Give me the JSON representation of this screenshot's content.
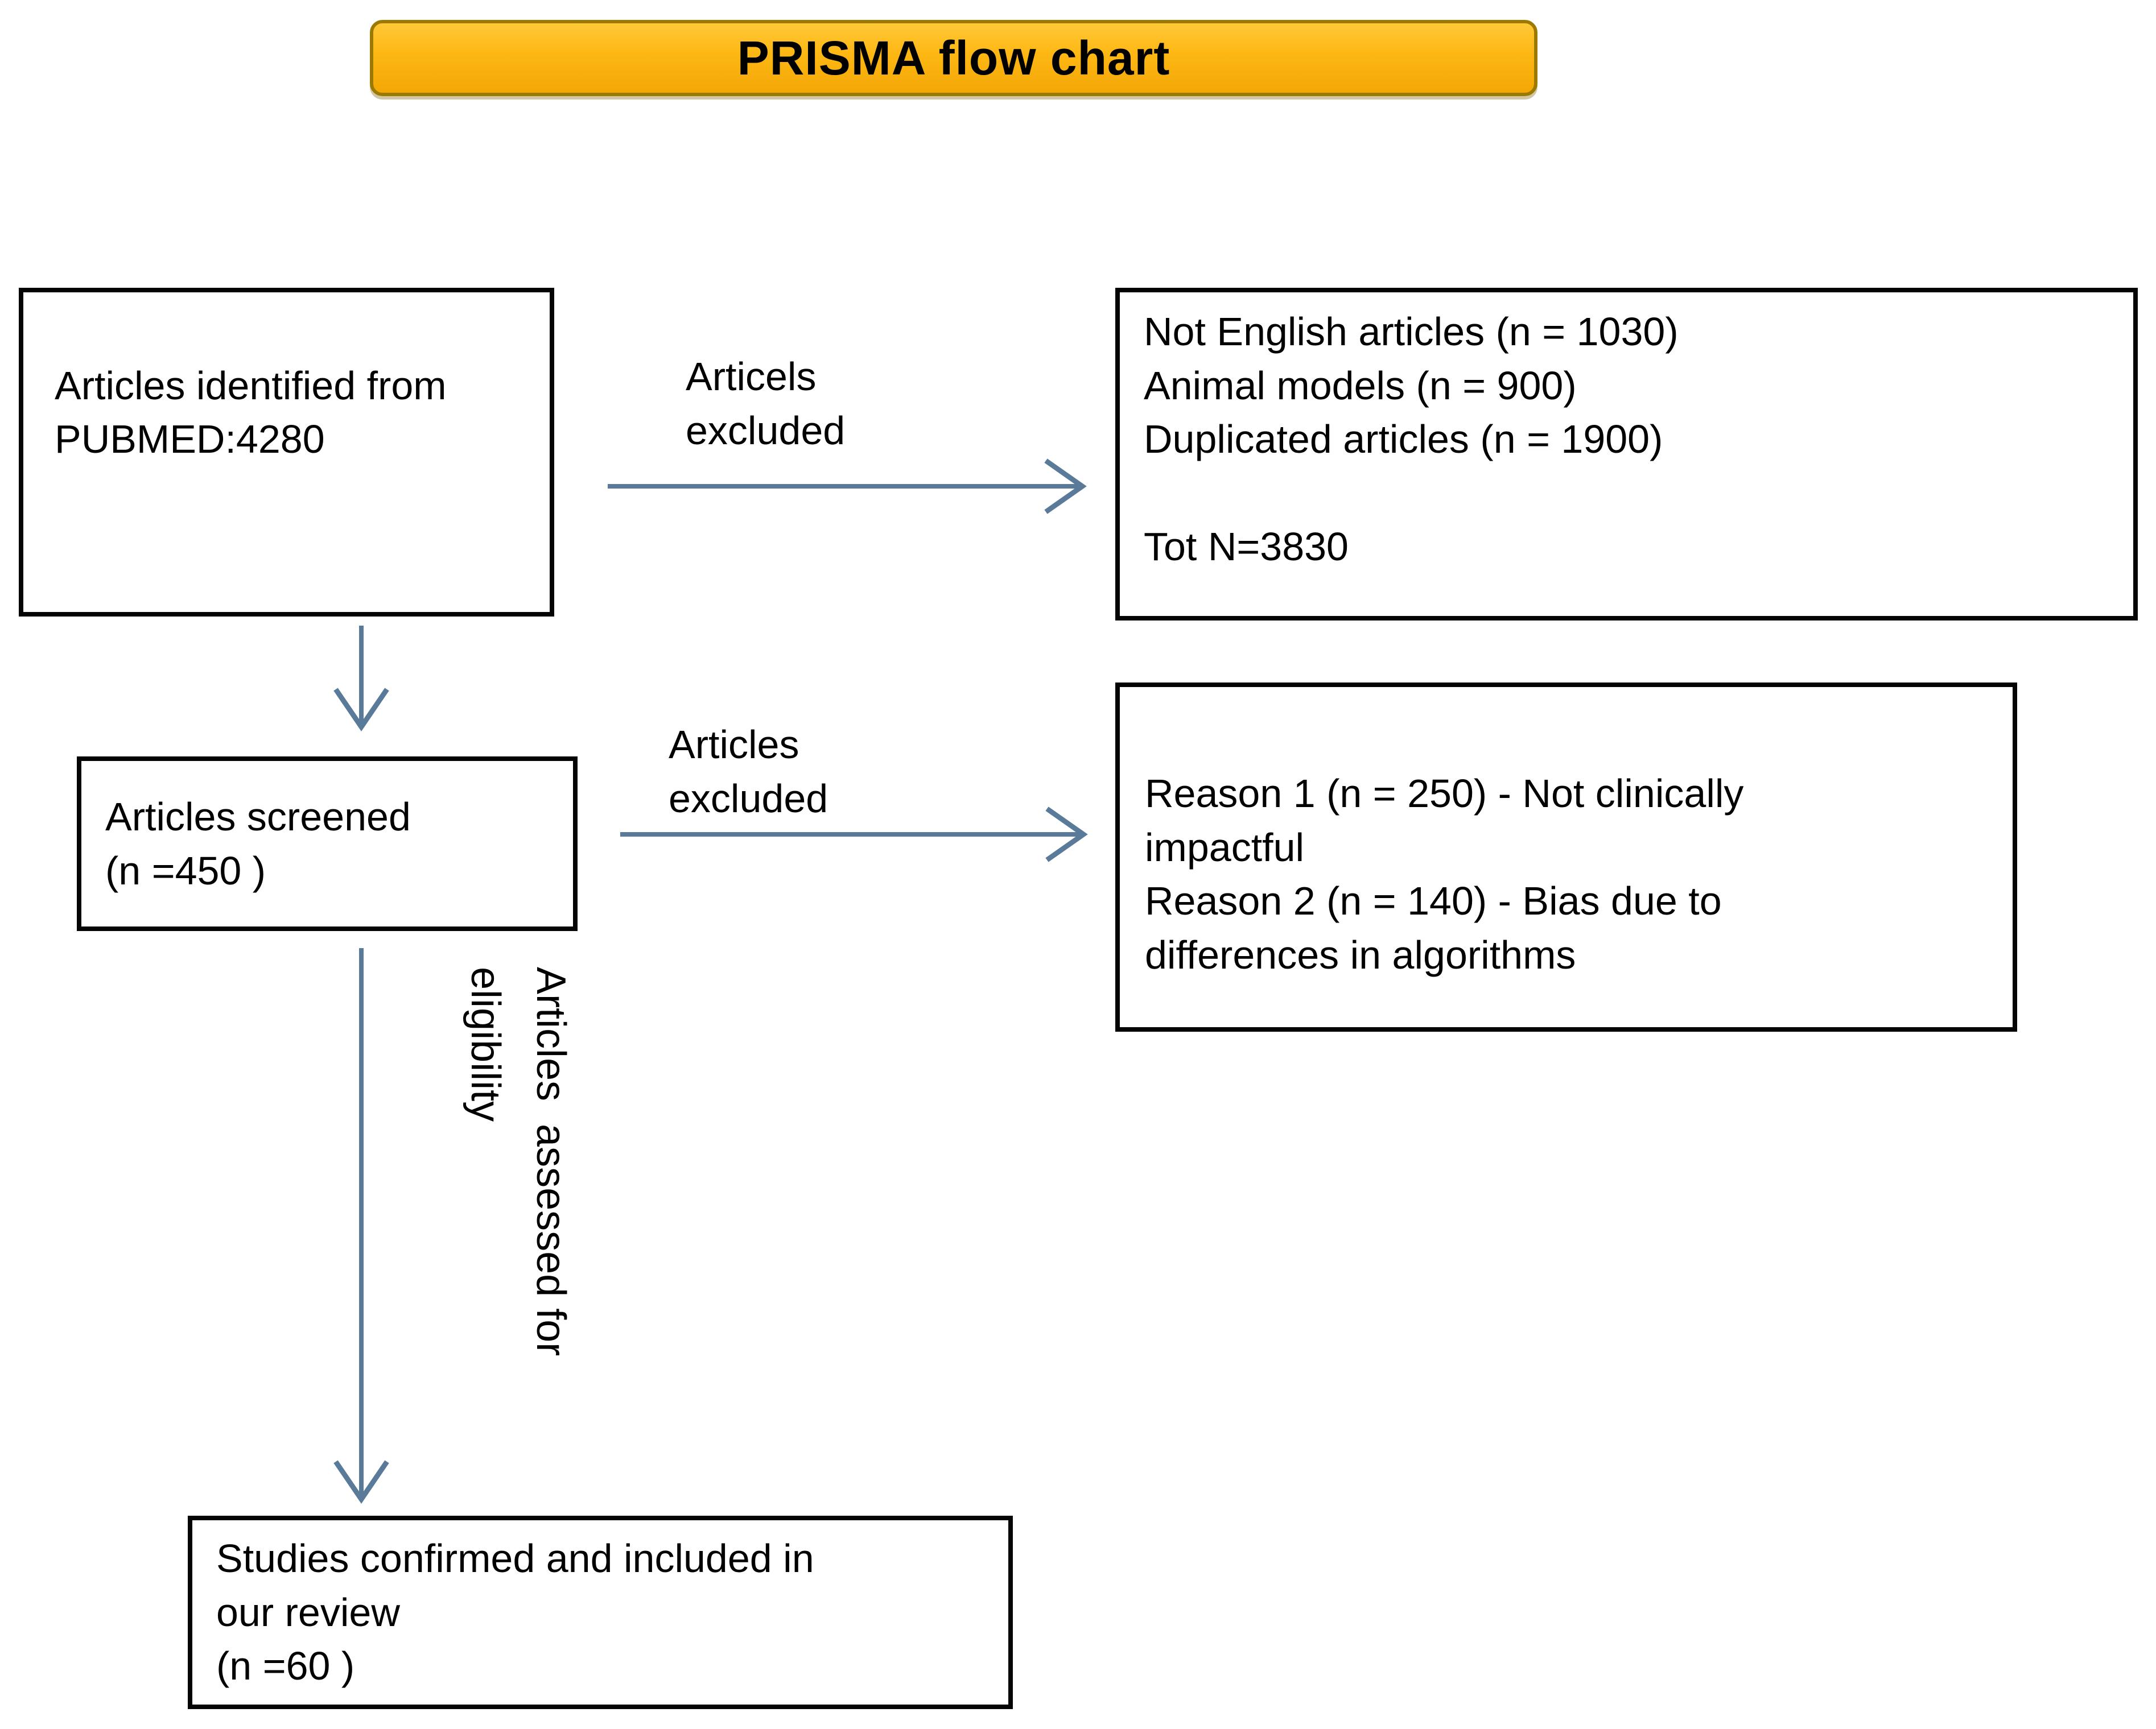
{
  "title": "PRISMA flow chart",
  "colors": {
    "arrow": "#5a7a99",
    "banner_fill": "#fdb713",
    "banner_border": "#9c7a00",
    "box_border": "#050505",
    "text": "#000000"
  },
  "boxes": {
    "identified": {
      "lines": [
        "Articles identified from",
        "PUBMED:4280"
      ]
    },
    "excluded_top": {
      "lines": [
        "Not English articles (n = 1030)",
        "Animal models (n = 900)",
        "Duplicated articles (n = 1900)",
        "",
        "Tot N=3830"
      ]
    },
    "screened": {
      "lines": [
        "Articles screened",
        "(n =450 )"
      ]
    },
    "excluded_reasons": {
      "lines": [
        "Reason 1 (n = 250) - Not clinically",
        "impactful",
        "Reason 2 (n = 140) - Bias due to",
        "differences in algorithms"
      ]
    },
    "included": {
      "lines": [
        "Studies confirmed and  included in",
        "our review",
        "(n =60 )"
      ]
    }
  },
  "labels": {
    "articles_excluded_top": {
      "lines": [
        "Articels",
        "excluded"
      ]
    },
    "articles_excluded_mid": {
      "lines": [
        "Articles",
        "excluded"
      ]
    },
    "eligibility": {
      "lines": [
        "Articles  assessed for",
        "eligibility"
      ]
    }
  }
}
